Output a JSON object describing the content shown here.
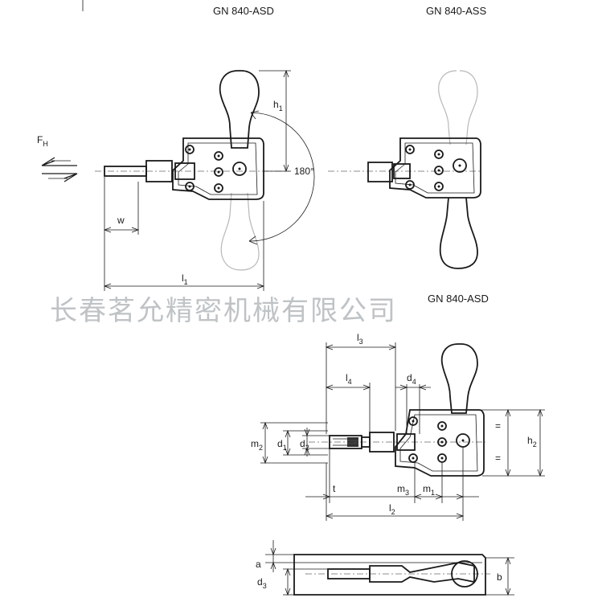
{
  "titles": {
    "top_left": "GN 840-ASD",
    "top_right": "GN 840-ASS",
    "bottom": "GN 840-ASD"
  },
  "watermark": "长春茗允精密机械有限公司",
  "force_label": {
    "main": "F",
    "sub": "H"
  },
  "angle_label": "180°",
  "dimensions": {
    "h1": {
      "main": "h",
      "sub": "1"
    },
    "w": "w",
    "l1": {
      "main": "l",
      "sub": "1"
    },
    "l3": {
      "main": "l",
      "sub": "3"
    },
    "l4": {
      "main": "l",
      "sub": "4"
    },
    "d4": {
      "main": "d",
      "sub": "4"
    },
    "m2": {
      "main": "m",
      "sub": "2"
    },
    "d1": {
      "main": "d",
      "sub": "1"
    },
    "d2": {
      "main": "d",
      "sub": "2"
    },
    "h2": {
      "main": "h",
      "sub": "2"
    },
    "t": "t",
    "m3": {
      "main": "m",
      "sub": "3"
    },
    "m1": {
      "main": "m",
      "sub": "1"
    },
    "l2": {
      "main": "l",
      "sub": "2"
    },
    "a": "a",
    "d3": {
      "main": "d",
      "sub": "3"
    },
    "b": "b",
    "eq_upper": "=",
    "eq_lower": "="
  }
}
